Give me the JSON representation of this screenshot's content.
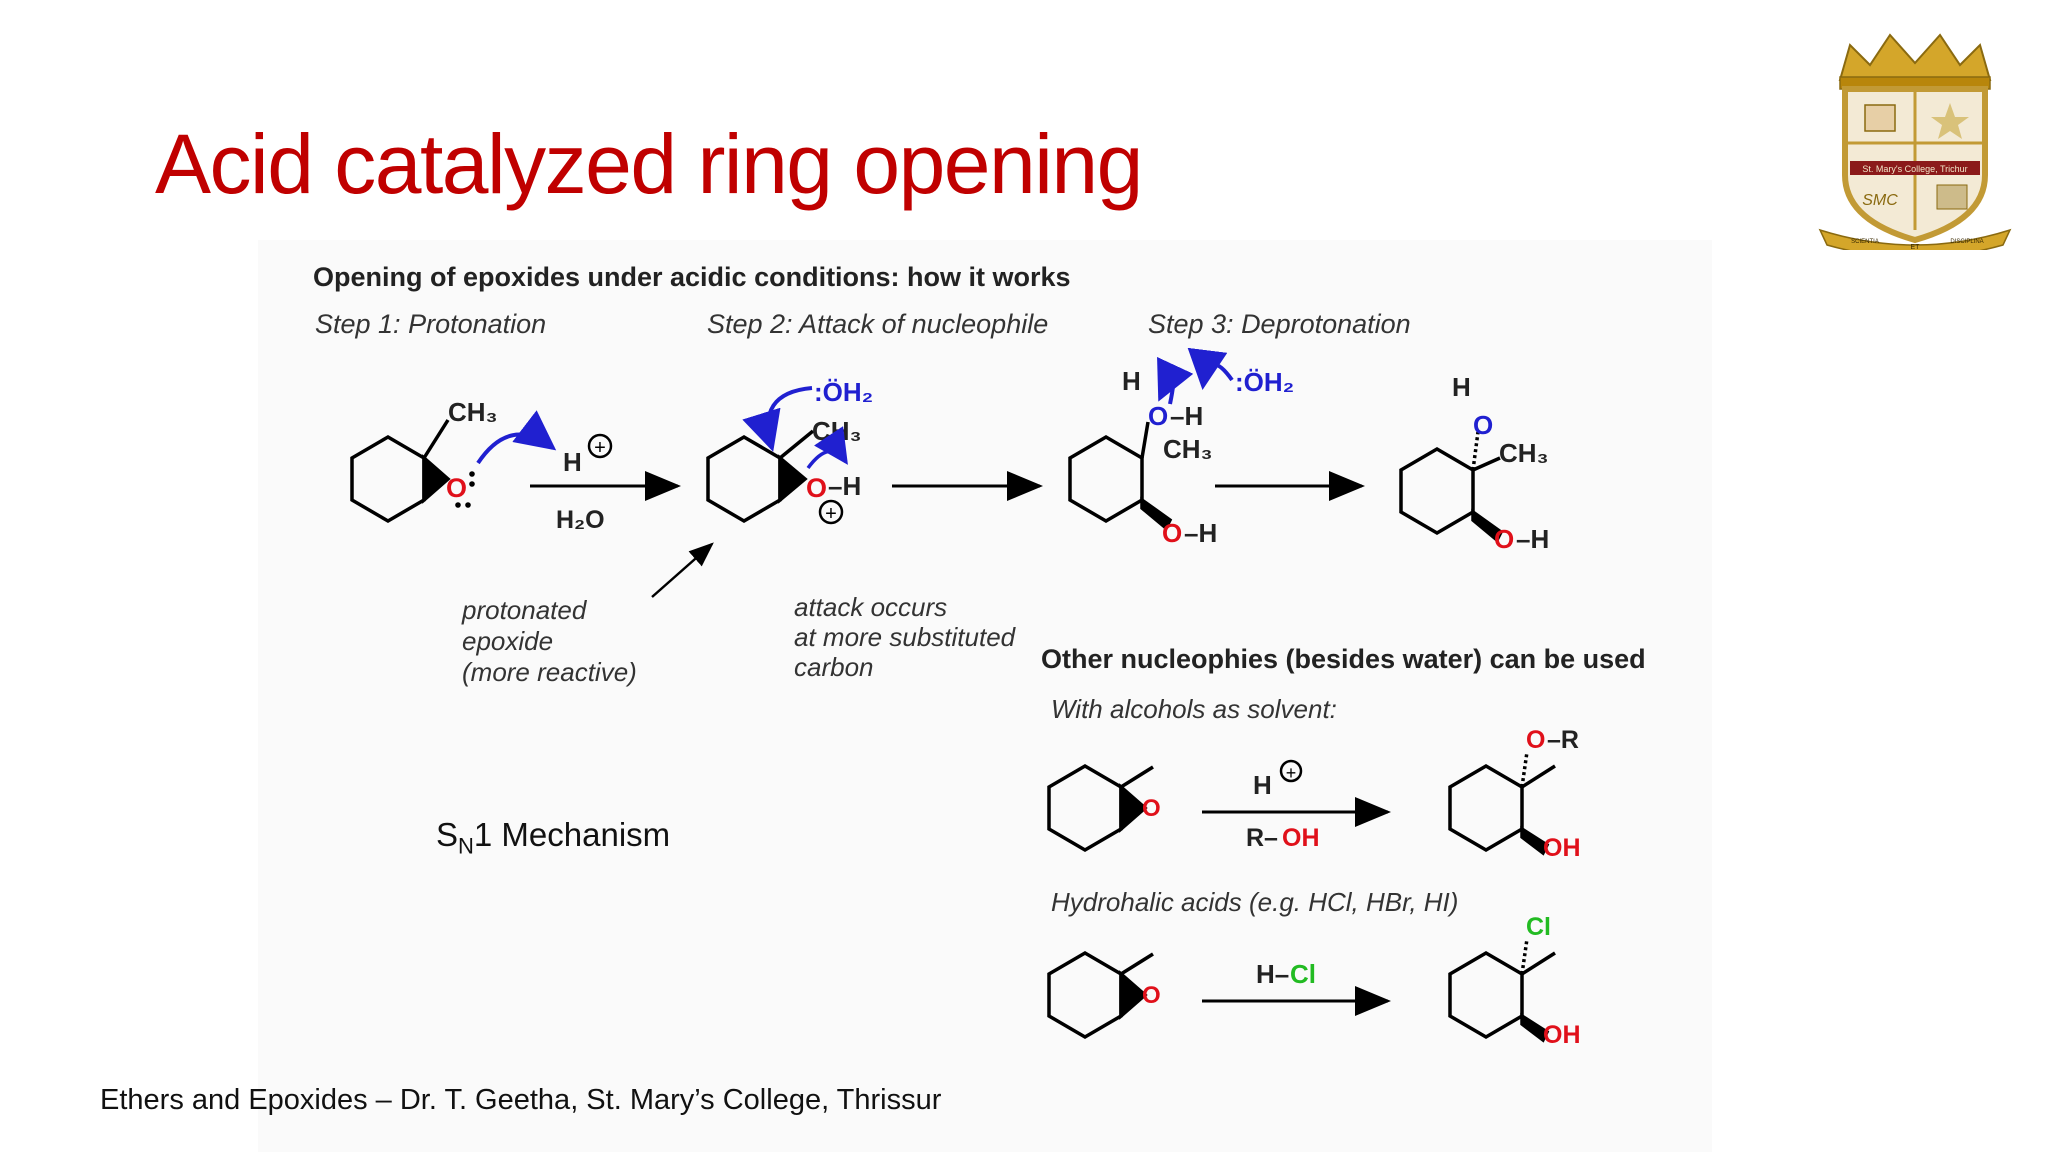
{
  "slide": {
    "title": "Acid catalyzed ring opening",
    "footer": "Ethers and Epoxides – Dr. T. Geetha, St. Mary’s College, Thrissur",
    "mechanism_prefix": "S",
    "mechanism_subscript": "N",
    "mechanism_suffix": "1 Mechanism"
  },
  "logo": {
    "band_text": "St. Mary's College, Trichur",
    "motto_left": "SCIENTIA",
    "motto_mid": "ET",
    "motto_right": "DISCIPLINA",
    "monogram": "SMC"
  },
  "figure": {
    "heading": "Opening of epoxides under acidic conditions: how it works",
    "step1": "Step 1: Protonation",
    "step2": "Step 2: Attack of nucleophile",
    "step3": "Step 3: Deprotonation",
    "reagent_h": "H",
    "water": "H₂O",
    "note_protonated": [
      "protonated",
      "epoxide",
      "(more reactive)"
    ],
    "note_attack": [
      "attack occurs",
      "at more substituted",
      "carbon"
    ],
    "other_heading": "Other nucleophies (besides water) can be used",
    "alcohols_label": "With alcohols as solvent:",
    "hydrohalic_label": "Hydrohalic acids (e.g. HCl, HBr, HI)",
    "ch3": "CH₃",
    "oh2": ":ÖH₂",
    "o": "O",
    "h": "H",
    "oh": "OH",
    "o_h": "O–H",
    "o_r": "O–R",
    "r": "R–",
    "cl": "Cl",
    "h_dash": "H–",
    "plus": "+"
  },
  "colors": {
    "title": "#c00000",
    "oxygen": "#e0101a",
    "arrow_blue": "#2020d0",
    "chlorine": "#22bb22"
  }
}
